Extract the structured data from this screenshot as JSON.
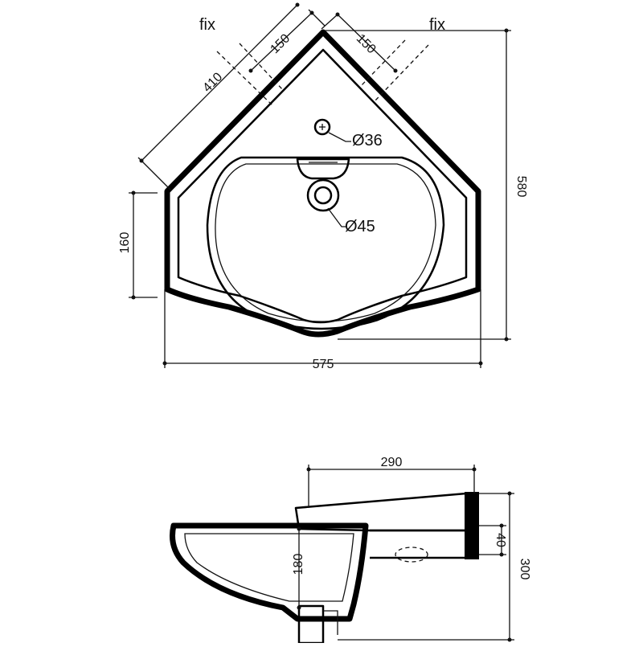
{
  "top_view": {
    "fix_left": "fix",
    "fix_right": "fix",
    "dim_wall_length": "410",
    "dim_fix_left": "150",
    "dim_fix_right": "150",
    "dim_tap_hole": "Ø36",
    "dim_waste": "Ø45",
    "dim_front_height": "160",
    "dim_depth": "580",
    "dim_width": "575"
  },
  "side_view": {
    "dim_projection": "290",
    "dim_bowl_depth": "180",
    "dim_back_height": "40",
    "dim_total_height": "300"
  },
  "colors": {
    "line": "#111111",
    "background": "#ffffff"
  }
}
